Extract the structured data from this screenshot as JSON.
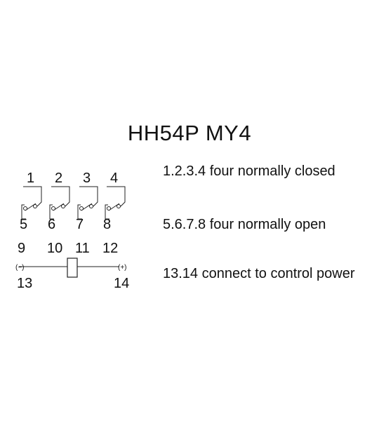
{
  "title": "HH54P MY4",
  "pins": {
    "nc": [
      "1",
      "2",
      "3",
      "4"
    ],
    "no": [
      "5",
      "6",
      "7",
      "8"
    ],
    "com": [
      "9",
      "10",
      "11",
      "12"
    ],
    "coil_neg": "13",
    "coil_pos": "14",
    "coil_neg_sign": "(−)",
    "coil_pos_sign": "(+)"
  },
  "descriptions": {
    "nc": "1.2.3.4 four normally closed",
    "no": "5.6.7.8 four normally open",
    "coil": "13.14 connect to control power"
  }
}
